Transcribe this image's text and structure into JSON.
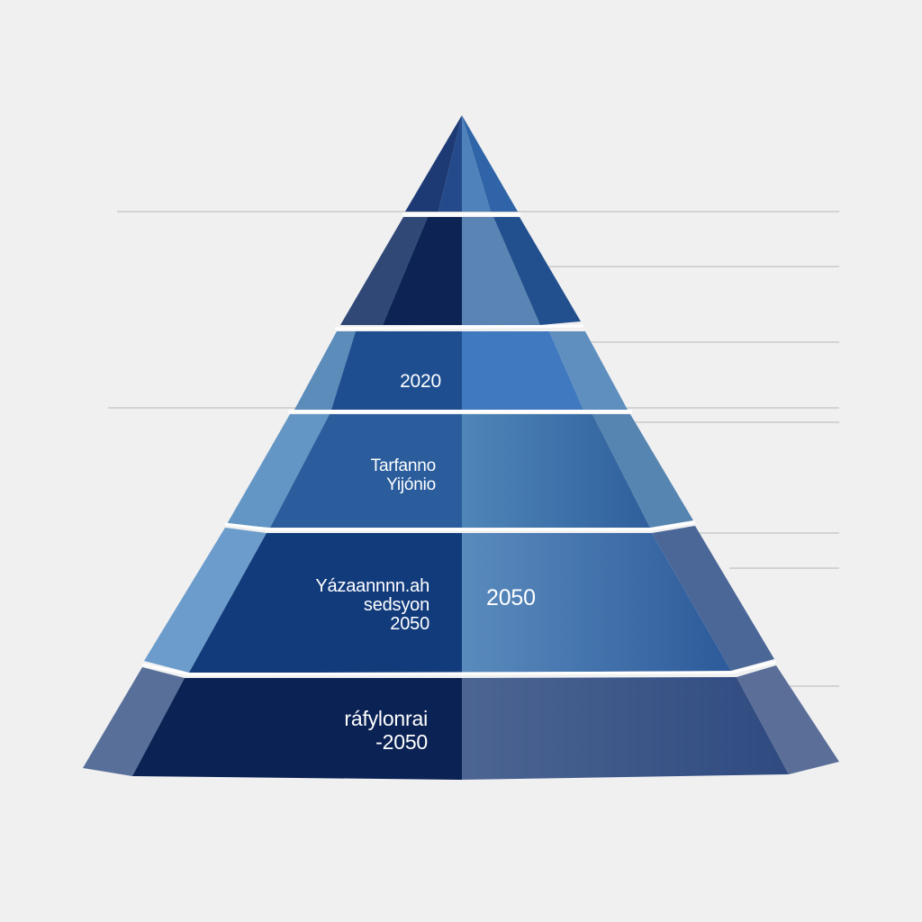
{
  "colors": {
    "background": "#f0f0f1",
    "apex_left": "#1f3f7a",
    "apex_right": "#3a6fae",
    "tier2_left": "#0f2452",
    "tier2_right": "#5b86b6",
    "tier3_left": "#1f4f91",
    "tier3_right": "#4178bf",
    "tier4_left": "#2a5a98",
    "tier4_right": "#4e7fb0",
    "tier5_left": "#113a7a",
    "tier5_right": "#5382b5",
    "base_left": "#0b2255",
    "base_right": "#4a6391",
    "separator": "#ffffff",
    "guide_line": "#c9c9cc"
  },
  "layers": [
    {
      "id": "apex",
      "lines": []
    },
    {
      "id": "tier-2",
      "lines": []
    },
    {
      "id": "tier-3",
      "lines": [
        "2020"
      ]
    },
    {
      "id": "tier-4",
      "lines": [
        "Tarfanno",
        "Yijónio"
      ]
    },
    {
      "id": "tier-5",
      "lines": [
        "Yázaannnn.ah",
        "sedsyon",
        "2050"
      ],
      "right_value": "2050"
    },
    {
      "id": "base",
      "lines": [
        "ráfylonrai",
        "-2050"
      ]
    }
  ]
}
